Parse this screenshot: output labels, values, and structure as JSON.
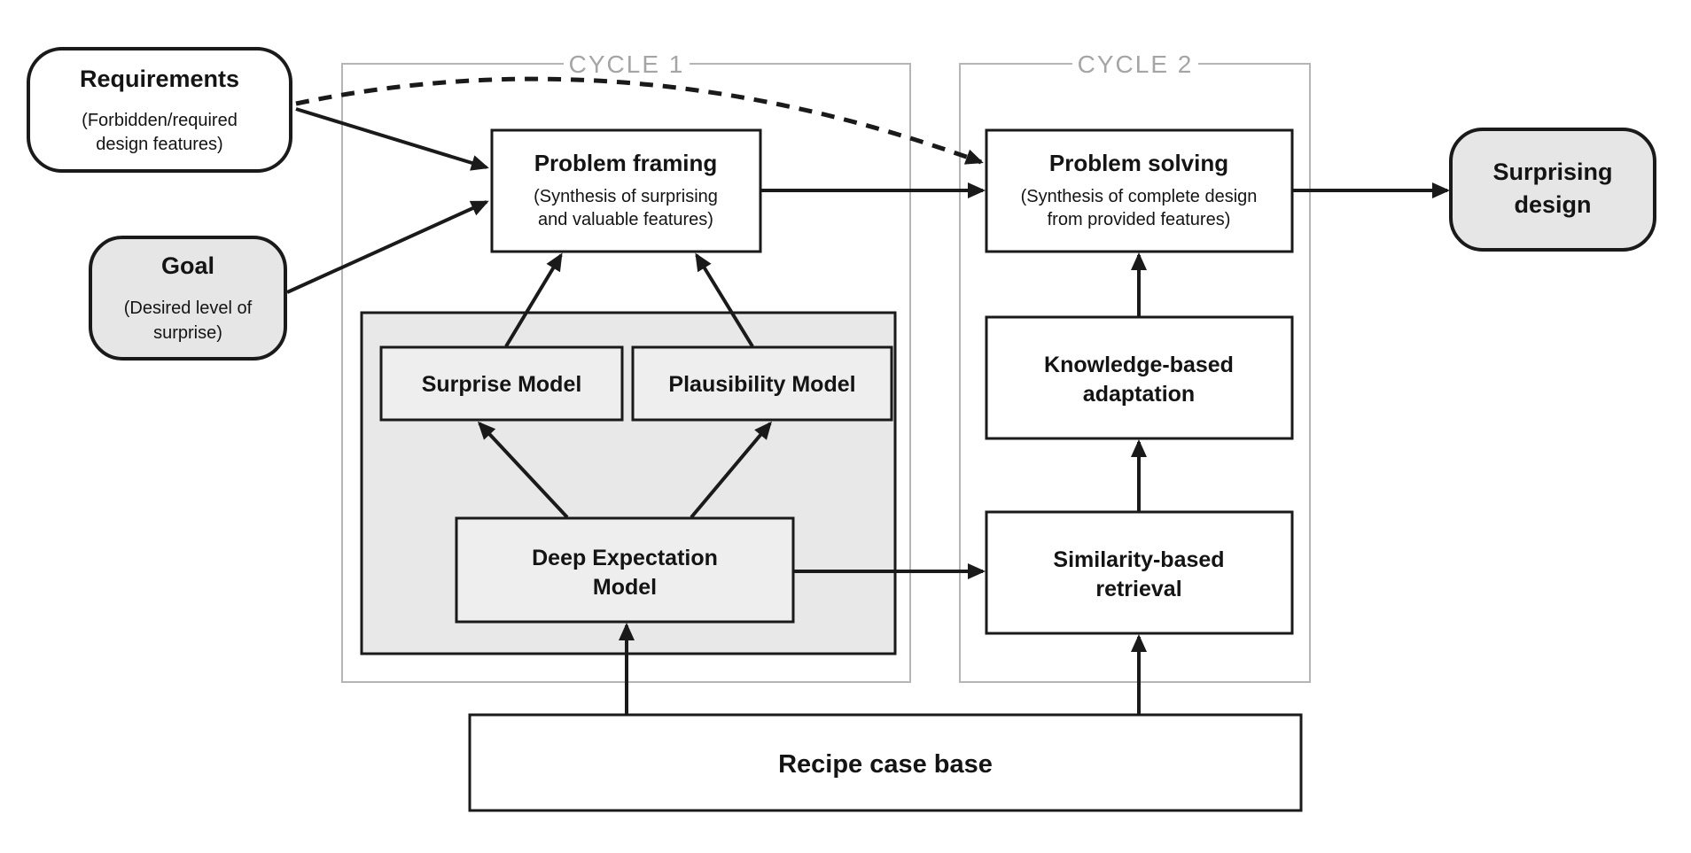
{
  "diagram_title": "Two-cycle surprising design process diagram",
  "colors": {
    "background": "#ffffff",
    "box_border": "#1a1a1a",
    "arrow": "#1a1a1a",
    "gray_node_fill": "#e6e6e6",
    "panel_fill": "#e8e8e8",
    "inner_box_fill": "#eeeeee",
    "cycle_border": "#b5b5b5",
    "cycle_label": "#a5a5a5"
  },
  "cycles": {
    "cycle1": {
      "label": "CYCLE 1"
    },
    "cycle2": {
      "label": "CYCLE 2"
    }
  },
  "nodes": {
    "requirements": {
      "title": "Requirements",
      "sub1": "(Forbidden/required",
      "sub2": "design features)"
    },
    "goal": {
      "title": "Goal",
      "sub1": "(Desired level of",
      "sub2": "surprise)"
    },
    "problem_framing": {
      "title": "Problem framing",
      "sub1": "(Synthesis of surprising",
      "sub2": "and valuable features)"
    },
    "problem_solving": {
      "title": "Problem solving",
      "sub1": "(Synthesis of complete design",
      "sub2": "from provided features)"
    },
    "surprise_model": {
      "title": "Surprise Model"
    },
    "plausibility_model": {
      "title": "Plausibility Model"
    },
    "deep_expectation_model": {
      "line1": "Deep Expectation",
      "line2": "Model"
    },
    "knowledge_based_adaptation": {
      "line1": "Knowledge-based",
      "line2": "adaptation"
    },
    "similarity_based_retrieval": {
      "line1": "Similarity-based",
      "line2": "retrieval"
    },
    "surprising_design": {
      "line1": "Surprising",
      "line2": "design"
    },
    "recipe_case_base": {
      "title": "Recipe case base"
    }
  },
  "edges": [
    {
      "from": "requirements",
      "to": "problem_framing",
      "style": "solid"
    },
    {
      "from": "requirements",
      "to": "problem_solving",
      "style": "dashed"
    },
    {
      "from": "goal",
      "to": "problem_framing",
      "style": "solid"
    },
    {
      "from": "surprise_model",
      "to": "problem_framing",
      "style": "solid"
    },
    {
      "from": "plausibility_model",
      "to": "problem_framing",
      "style": "solid"
    },
    {
      "from": "deep_expectation_model",
      "to": "surprise_model",
      "style": "solid"
    },
    {
      "from": "deep_expectation_model",
      "to": "plausibility_model",
      "style": "solid"
    },
    {
      "from": "deep_expectation_model",
      "to": "similarity_based_retrieval",
      "style": "solid"
    },
    {
      "from": "problem_framing",
      "to": "problem_solving",
      "style": "solid"
    },
    {
      "from": "similarity_based_retrieval",
      "to": "knowledge_based_adaptation",
      "style": "solid"
    },
    {
      "from": "knowledge_based_adaptation",
      "to": "problem_solving",
      "style": "solid"
    },
    {
      "from": "problem_solving",
      "to": "surprising_design",
      "style": "solid"
    },
    {
      "from": "recipe_case_base",
      "to": "deep_expectation_model",
      "style": "solid"
    },
    {
      "from": "recipe_case_base",
      "to": "similarity_based_retrieval",
      "style": "solid"
    }
  ]
}
